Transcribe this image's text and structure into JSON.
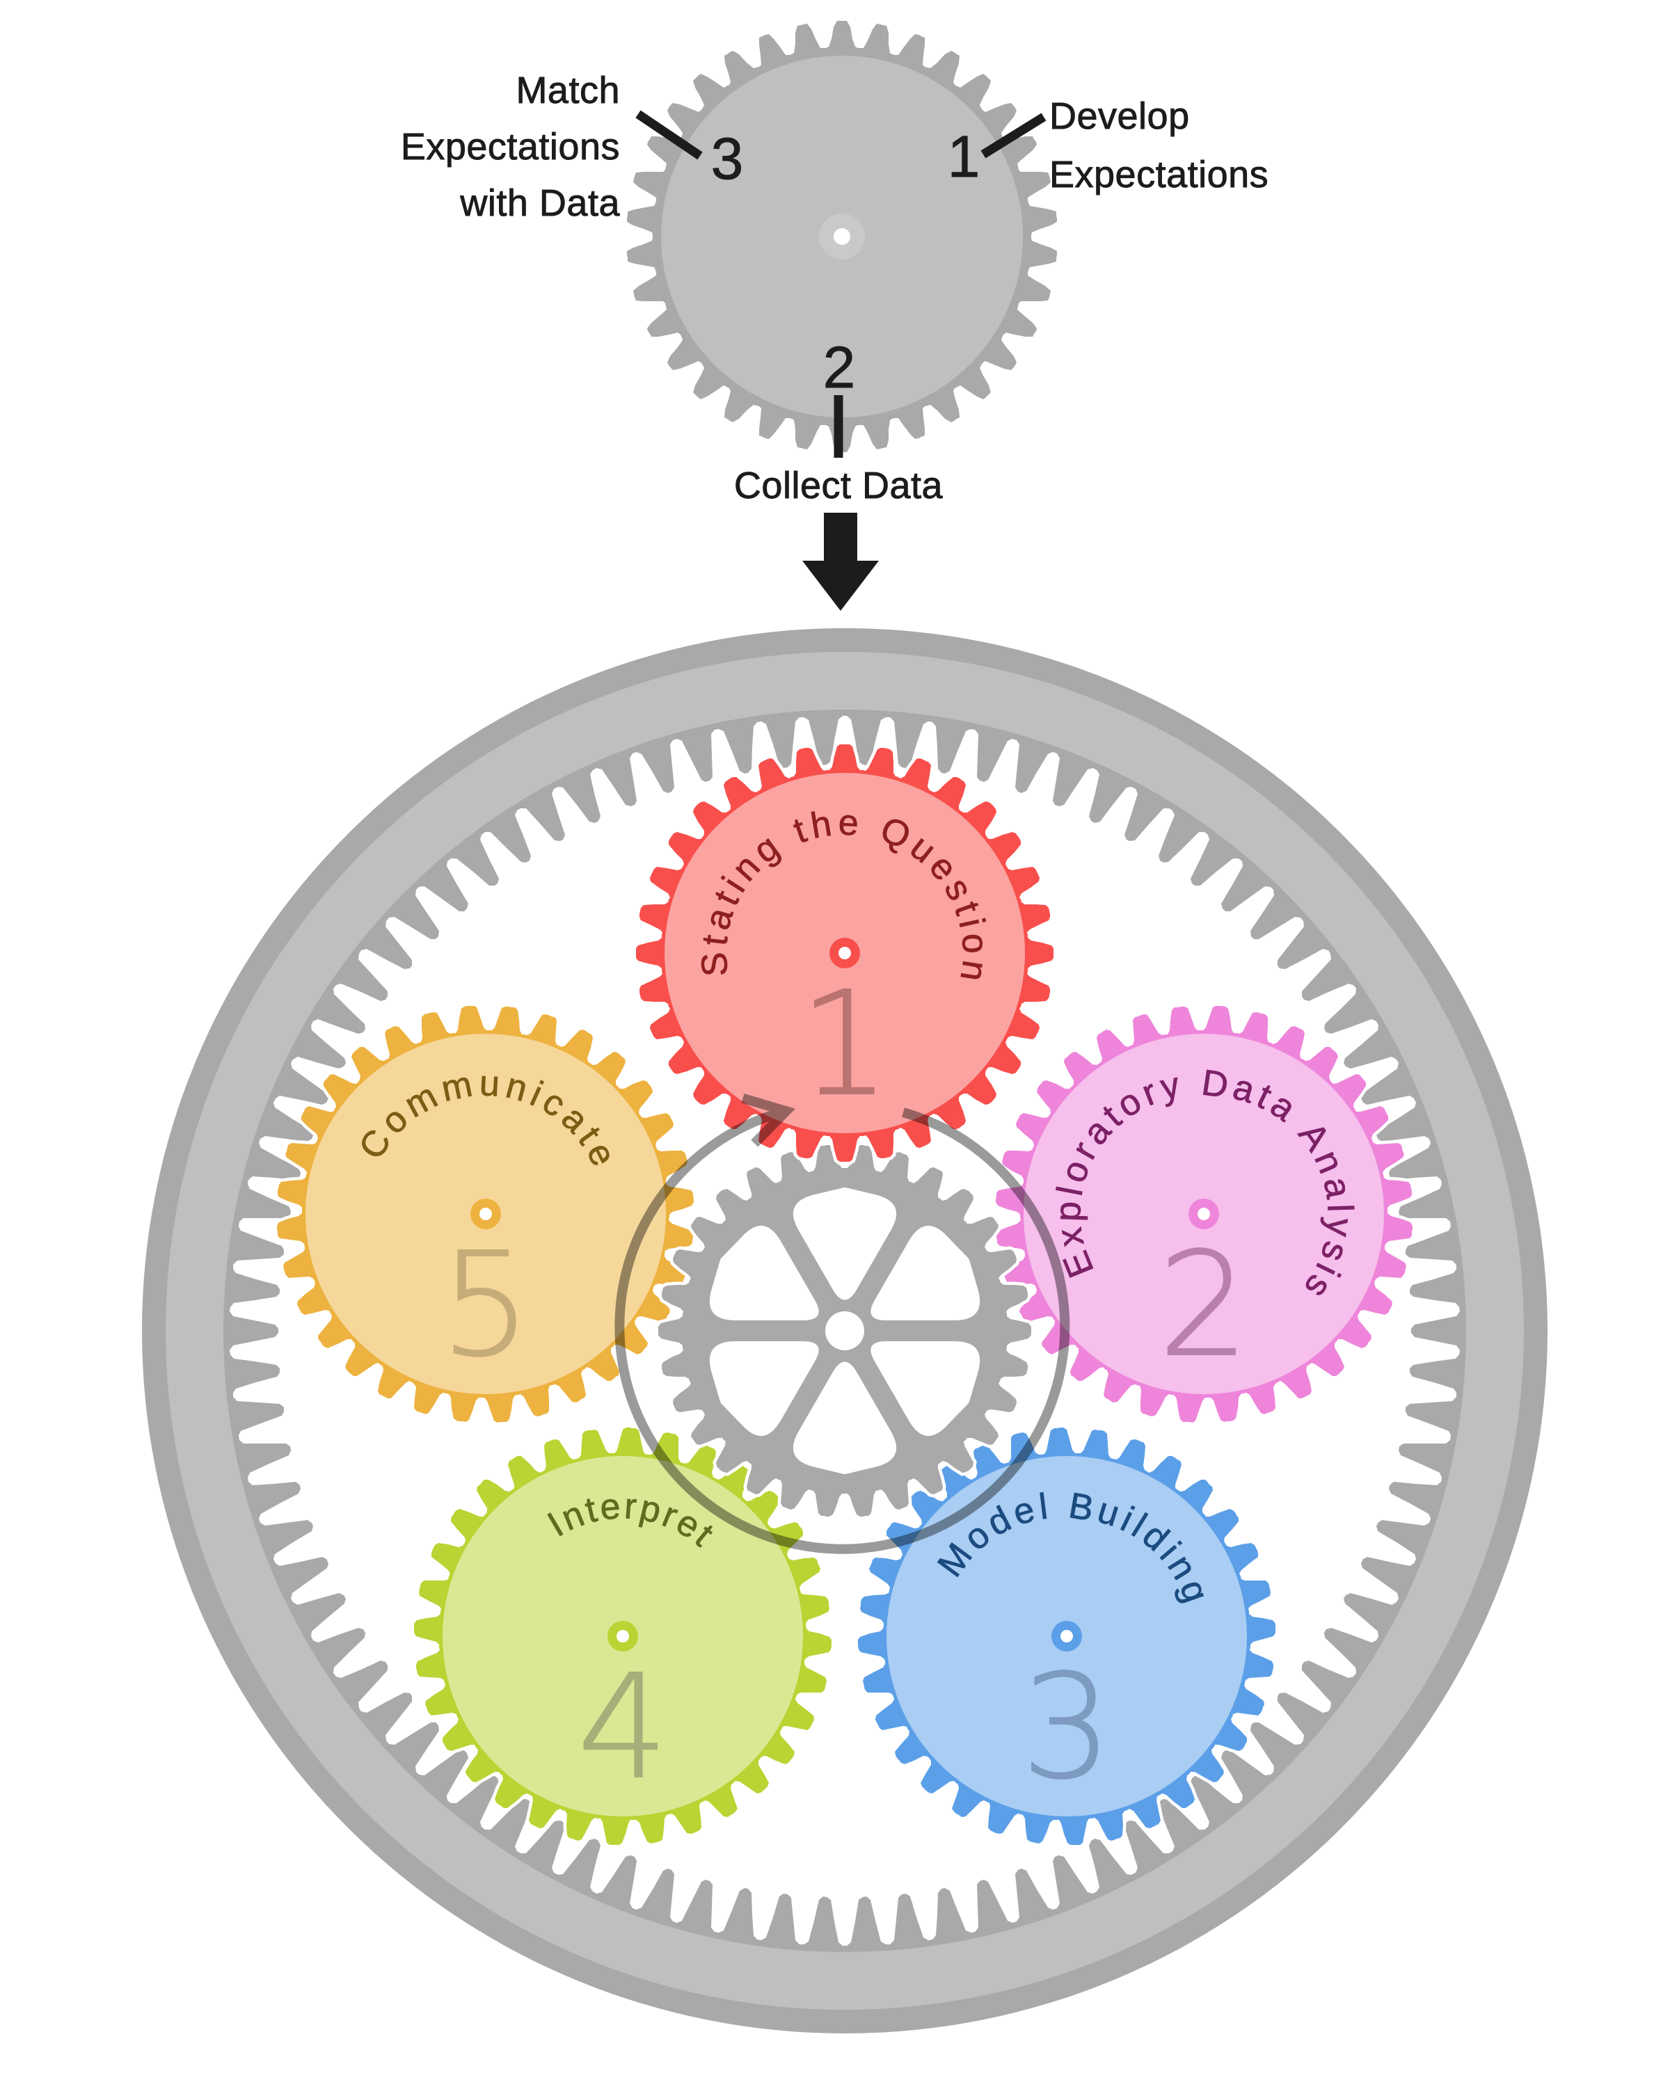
{
  "figure": {
    "description": "Epicycle of data analysis gears diagram"
  },
  "colors": {
    "ink": "#1c1c1c",
    "grayDark": "#a9a9a9",
    "grayLight": "#bfbfbf",
    "grayHub": "#c9c9c9",
    "arc": "#9a9a9a",
    "redRim": "#f84f4c",
    "redText": "#8e1f1f",
    "redNum": "#b97370",
    "pinkRim": "#ee85da",
    "pinkText": "#7c2166",
    "pinkNum": "#b880aa",
    "blueRim": "#5b9fe8",
    "blueText": "#1b4b7f",
    "blueNum": "#7d9ac0",
    "greenRim": "#b9d433",
    "greenText": "#5d6c1f",
    "greenNum": "#a7ae79",
    "orangeRim": "#edb23f",
    "orangeText": "#7d5c13",
    "orangeNum": "#c6ac79"
  },
  "epicycle": {
    "steps": [
      {
        "number": "1",
        "lines": [
          "Develop",
          "Expectations"
        ]
      },
      {
        "number": "2",
        "lines": [
          "Collect Data"
        ]
      },
      {
        "number": "3",
        "lines": [
          "Match",
          "Expectations",
          "with Data"
        ]
      }
    ]
  },
  "wheel": {
    "gears": [
      {
        "number": "1",
        "label": "Stating the Question",
        "color": "#f84f4c"
      },
      {
        "number": "2",
        "label": "Exploratory Data Analysis",
        "color": "#ee85da"
      },
      {
        "number": "3",
        "label": "Model Building",
        "color": "#5b9fe8"
      },
      {
        "number": "4",
        "label": "Interpret",
        "color": "#b9d433"
      },
      {
        "number": "5",
        "label": "Communicate",
        "color": "#edb23f"
      }
    ]
  }
}
